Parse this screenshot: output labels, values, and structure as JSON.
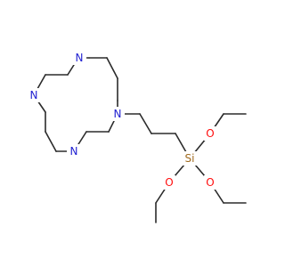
{
  "molecule": {
    "atoms": [
      {
        "symbol": "N"
      },
      {
        "symbol": "N"
      },
      {
        "symbol": "N"
      },
      {
        "symbol": "N"
      },
      {
        "symbol": "Si"
      },
      {
        "symbol": "O"
      },
      {
        "symbol": "O"
      },
      {
        "symbol": "O"
      }
    ],
    "colors": {
      "N": "#1f1fd1",
      "O": "#ff0d0d",
      "Si": "#a06a1e",
      "bond": "#2b2b2b"
    }
  }
}
